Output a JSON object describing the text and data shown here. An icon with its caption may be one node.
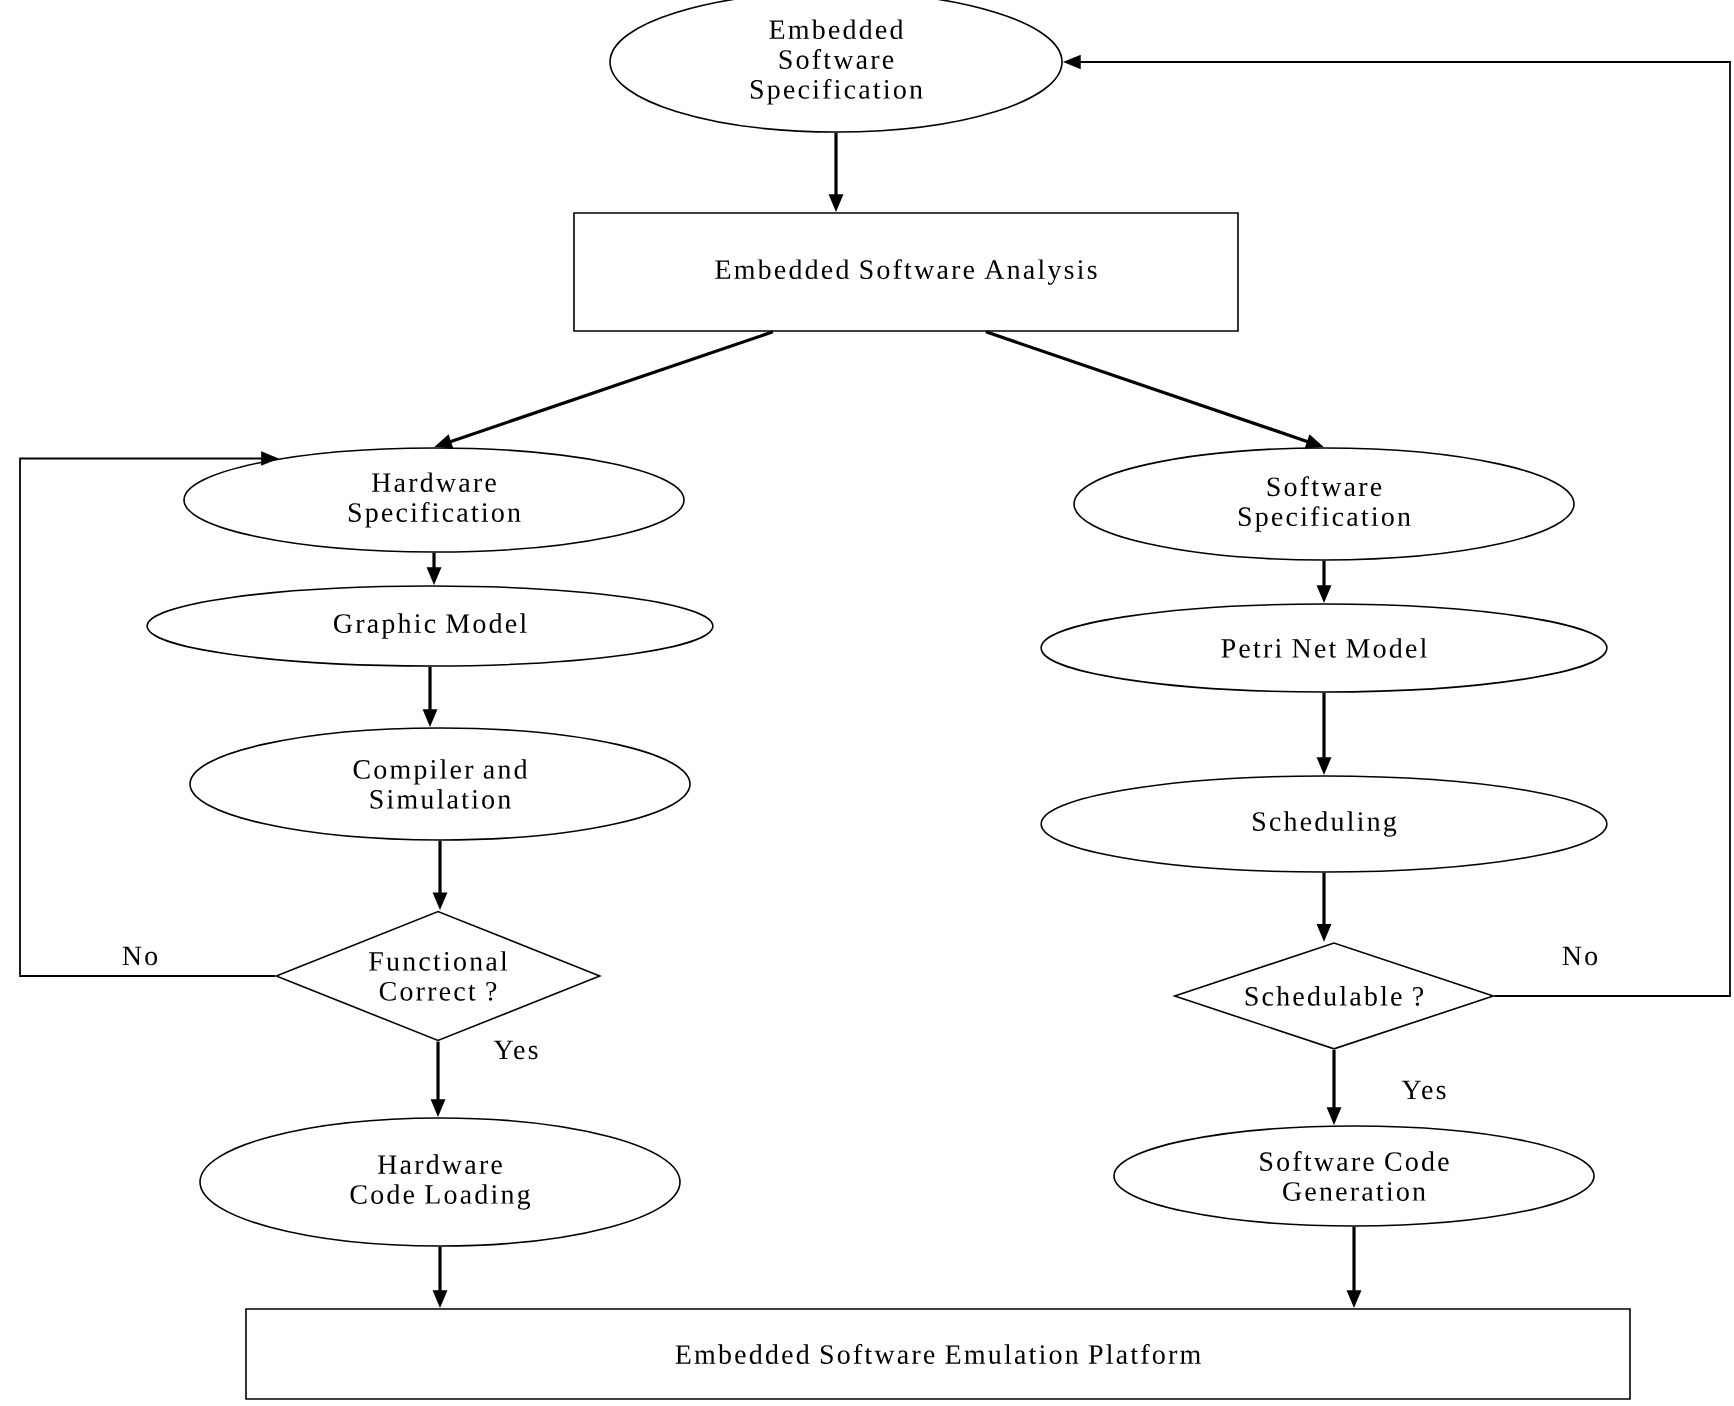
{
  "diagram": {
    "nodes": [
      {
        "text": [
          "Embedded Software Specification"
        ]
      },
      {
        "text": [
          "Embedded Software Analysis"
        ]
      },
      {
        "text": [
          "Hardware Specification"
        ]
      },
      {
        "text": [
          "Software Specification"
        ]
      },
      {
        "text": [
          "Graphic Model"
        ]
      },
      {
        "text": [
          "Petri Net Model"
        ]
      },
      {
        "text": [
          "Compiler and Simulation"
        ]
      },
      {
        "text": [
          "Scheduling"
        ]
      },
      {
        "text": [
          "Functional Correct ?"
        ]
      },
      {
        "text": [
          "Schedulable ?"
        ]
      },
      {
        "text": [
          "Hardware Code Loading"
        ]
      },
      {
        "text": [
          "Software Code Generation"
        ]
      },
      {
        "text": [
          "Embedded Software Emulation Platform"
        ]
      }
    ],
    "edges": [
      {
        "from": 0,
        "to": 1,
        "arrow": "to"
      },
      {
        "from": 1,
        "to": 2,
        "arrow": "to"
      },
      {
        "from": 1,
        "to": 3,
        "arrow": "to"
      },
      {
        "from": 2,
        "to": 4,
        "arrow": "to"
      },
      {
        "from": 4,
        "to": 6,
        "arrow": "to"
      },
      {
        "from": 6,
        "to": 8,
        "arrow": "to"
      },
      {
        "from": 8,
        "to": 10,
        "arrow": "to",
        "label": "Yes"
      },
      {
        "from": 8,
        "to": 2,
        "arrow": "to",
        "label": "No"
      },
      {
        "from": 3,
        "to": 5,
        "arrow": "to"
      },
      {
        "from": 5,
        "to": 7,
        "arrow": "to"
      },
      {
        "from": 7,
        "to": 9,
        "arrow": "to"
      },
      {
        "from": 9,
        "to": 11,
        "arrow": "to",
        "label": "Yes"
      },
      {
        "from": 9,
        "to": 0,
        "arrow": "to",
        "label": "No"
      },
      {
        "from": 10,
        "to": 12,
        "arrow": "to"
      },
      {
        "from": 11,
        "to": 12,
        "arrow": "to"
      }
    ]
  }
}
